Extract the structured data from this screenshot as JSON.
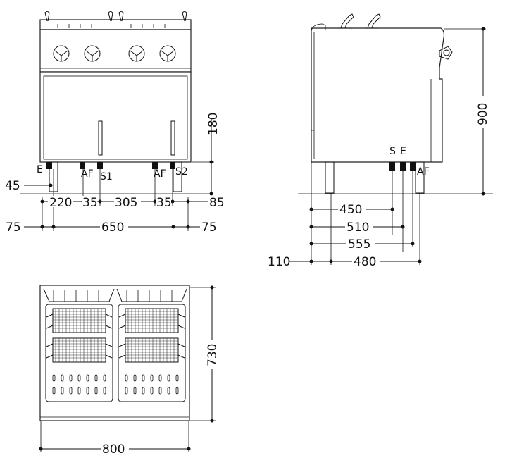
{
  "front_view": {
    "dimensions": {
      "height_180": "180",
      "left_45": "45",
      "d_220": "220",
      "d_35_a": "35",
      "d_305": "305",
      "d_35_b": "35",
      "d_85": "85",
      "d_75_left": "75",
      "d_650": "650",
      "d_75_right": "75"
    },
    "connection_labels": {
      "e": "E",
      "af_left": "AF",
      "s1": "S1",
      "af_right": "AF",
      "s2": "S2"
    }
  },
  "side_view": {
    "dimensions": {
      "height_900": "900",
      "d_450": "450",
      "d_510": "510",
      "d_555": "555",
      "d_110": "110",
      "d_480": "480"
    },
    "connection_labels": {
      "s": "S",
      "e": "E",
      "af": "AF"
    }
  },
  "top_view": {
    "dimensions": {
      "depth_730": "730",
      "width_800": "800"
    }
  }
}
